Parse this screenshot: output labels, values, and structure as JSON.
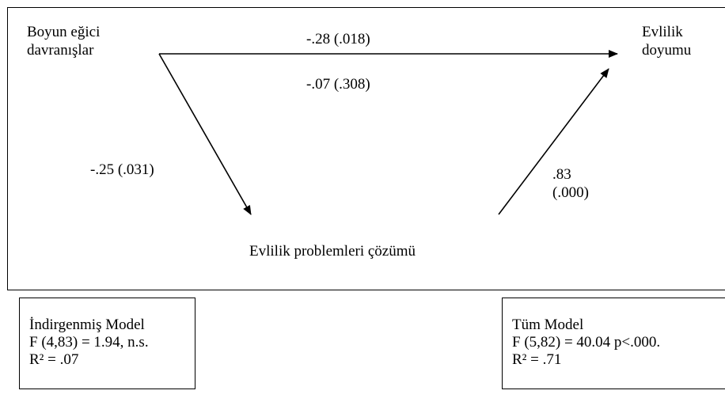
{
  "diagram": {
    "predictor": {
      "line1": "Boyun eğici",
      "line2": "davranışlar"
    },
    "outcome": {
      "line1": "Evlilik",
      "line2": "doyumu"
    },
    "mediator": "Evlilik problemleri çözümü",
    "paths": {
      "direct_total": "-.28 (.018)",
      "direct_controlled": "-.07 (.308)",
      "a_path": "-.25 (.031)",
      "b_path_coef": ".83",
      "b_path_p": "(.000)"
    }
  },
  "reduced_model": {
    "title": "İndirgenmiş Model",
    "f_stat": "F (4,83) = 1.94, n.s.",
    "r2": "R² = .07"
  },
  "full_model": {
    "title": "Tüm Model",
    "f_stat": "F (5,82) = 40.04 p<.000.",
    "r2": "R² = .71"
  }
}
